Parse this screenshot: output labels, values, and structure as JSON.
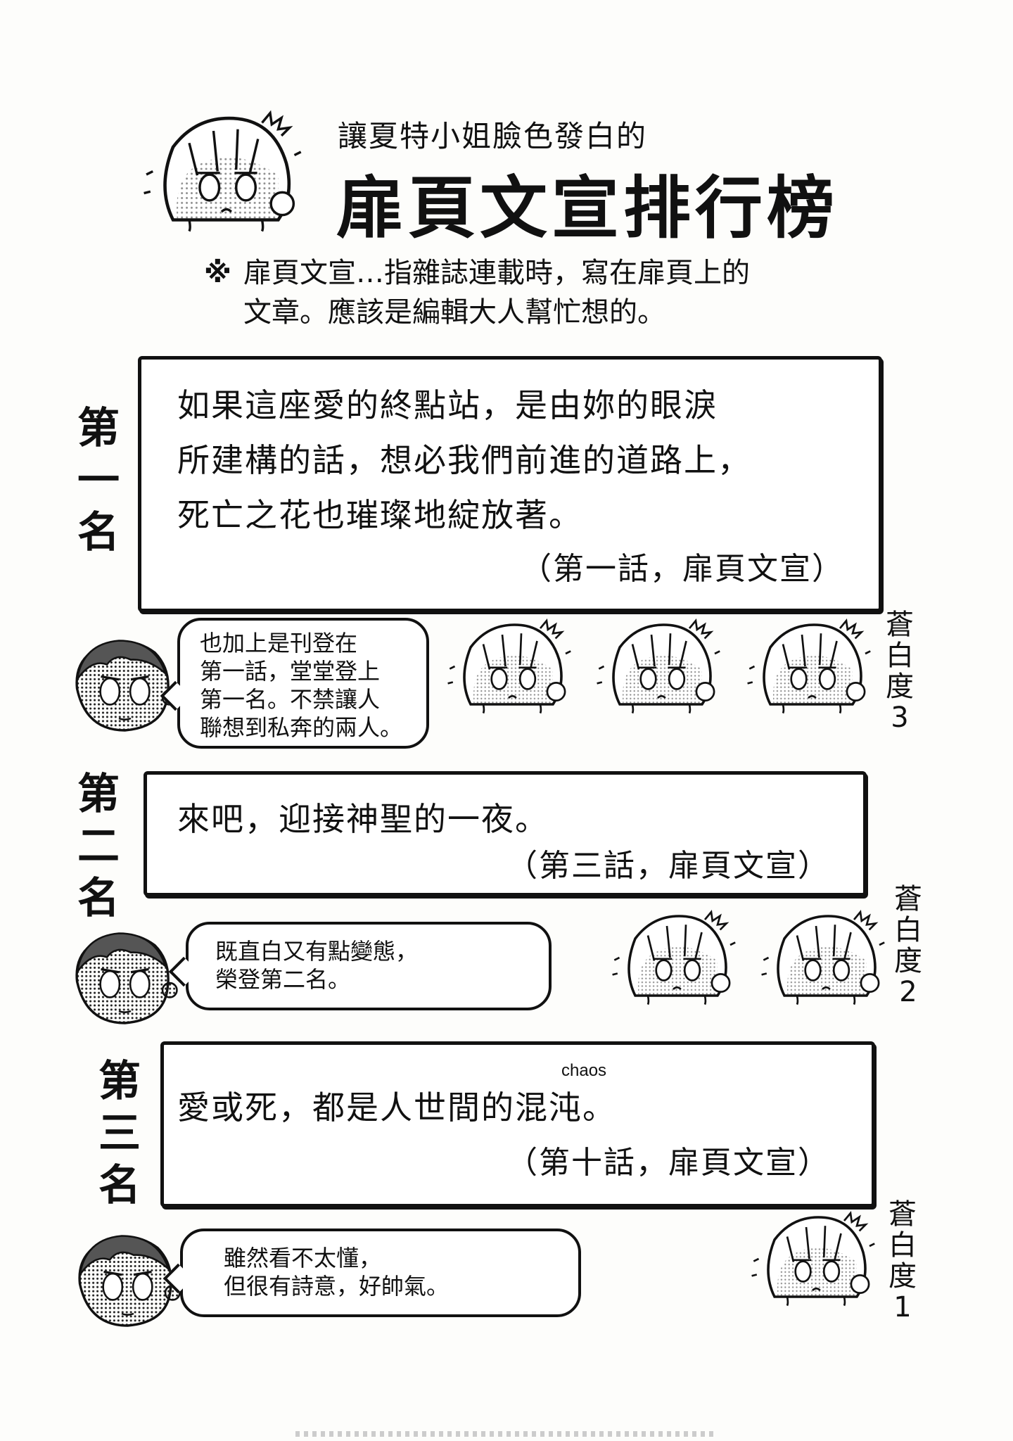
{
  "header": {
    "subtitle": "讓夏特小姐臉色發白的",
    "title": "扉頁文宣排行榜",
    "note_mark": "※",
    "note_line1": "扉頁文宣…指雜誌連載時，寫在扉頁上的",
    "note_line2": "文章。應該是編輯大人幫忙想的。"
  },
  "rankings": [
    {
      "rank_chars": [
        "第",
        "一",
        "名"
      ],
      "quote_lines": [
        "如果這座愛的終點站，是由妳的眼淚",
        "所建構的話，想必我們前進的道路上，",
        "死亡之花也璀璨地綻放著。"
      ],
      "source": "（第一話，扉頁文宣）",
      "comment_lines": [
        "也加上是刊登在",
        "第一話，堂堂登上",
        "第一名。不禁讓人",
        "聯想到私奔的兩人。"
      ],
      "pallor_chars": [
        "蒼",
        "白",
        "度",
        "3"
      ]
    },
    {
      "rank_chars": [
        "第",
        "二",
        "名"
      ],
      "quote_lines": [
        "來吧，迎接神聖的一夜。"
      ],
      "source": "（第三話，扉頁文宣）",
      "comment_lines": [
        "既直白又有點變態，",
        "榮登第二名。"
      ],
      "pallor_chars": [
        "蒼",
        "白",
        "度",
        "2"
      ]
    },
    {
      "rank_chars": [
        "第",
        "三",
        "名"
      ],
      "quote_lines": [
        "愛或死，都是人世間的混沌。"
      ],
      "ruby": "chaos",
      "source": "（第十話，扉頁文宣）",
      "comment_lines": [
        "雖然看不太懂，",
        "但很有詩意，好帥氣。"
      ],
      "pallor_chars": [
        "蒼",
        "白",
        "度",
        "1"
      ]
    }
  ]
}
